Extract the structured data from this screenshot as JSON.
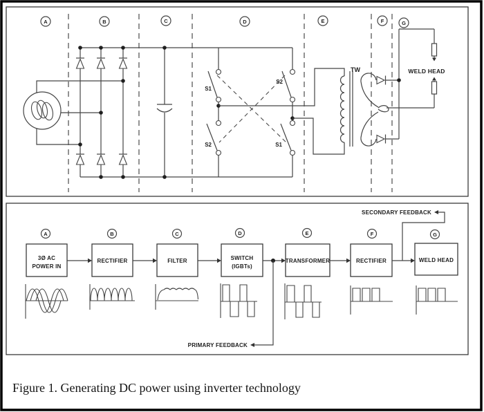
{
  "caption": "Figure 1. Generating DC power using inverter technology",
  "sections": [
    "A",
    "B",
    "C",
    "D",
    "E",
    "F",
    "G"
  ],
  "schematic": {
    "switch_s1": "S1",
    "switch_s2": "S2",
    "transformer_label": "TW",
    "weld_head_label": "WELD HEAD"
  },
  "blocks": [
    {
      "letter": "A",
      "line1": "3Ø AC",
      "line2": "POWER IN",
      "waveform": "three-phase-ac"
    },
    {
      "letter": "B",
      "line1": "RECTIFIER",
      "waveform": "full-wave-rectified"
    },
    {
      "letter": "C",
      "line1": "FILTER",
      "waveform": "filtered-dc-ripple"
    },
    {
      "letter": "D",
      "line1": "SWITCH",
      "line2": "(IGBTs)",
      "waveform": "bipolar-square-pulses"
    },
    {
      "letter": "E",
      "line1": "TRANSFORMER",
      "waveform": "bipolar-square-pulses"
    },
    {
      "letter": "F",
      "line1": "RECTIFIER",
      "waveform": "positive-pulses"
    },
    {
      "letter": "G",
      "line1": "WELD HEAD",
      "waveform": "positive-pulses"
    }
  ],
  "feedback": {
    "primary": "PRIMARY FEEDBACK",
    "secondary": "SECONDARY FEEDBACK"
  },
  "colors": {
    "line": "#444444",
    "text": "#1c1c1c",
    "background": "#ffffff",
    "border": "#000000"
  }
}
